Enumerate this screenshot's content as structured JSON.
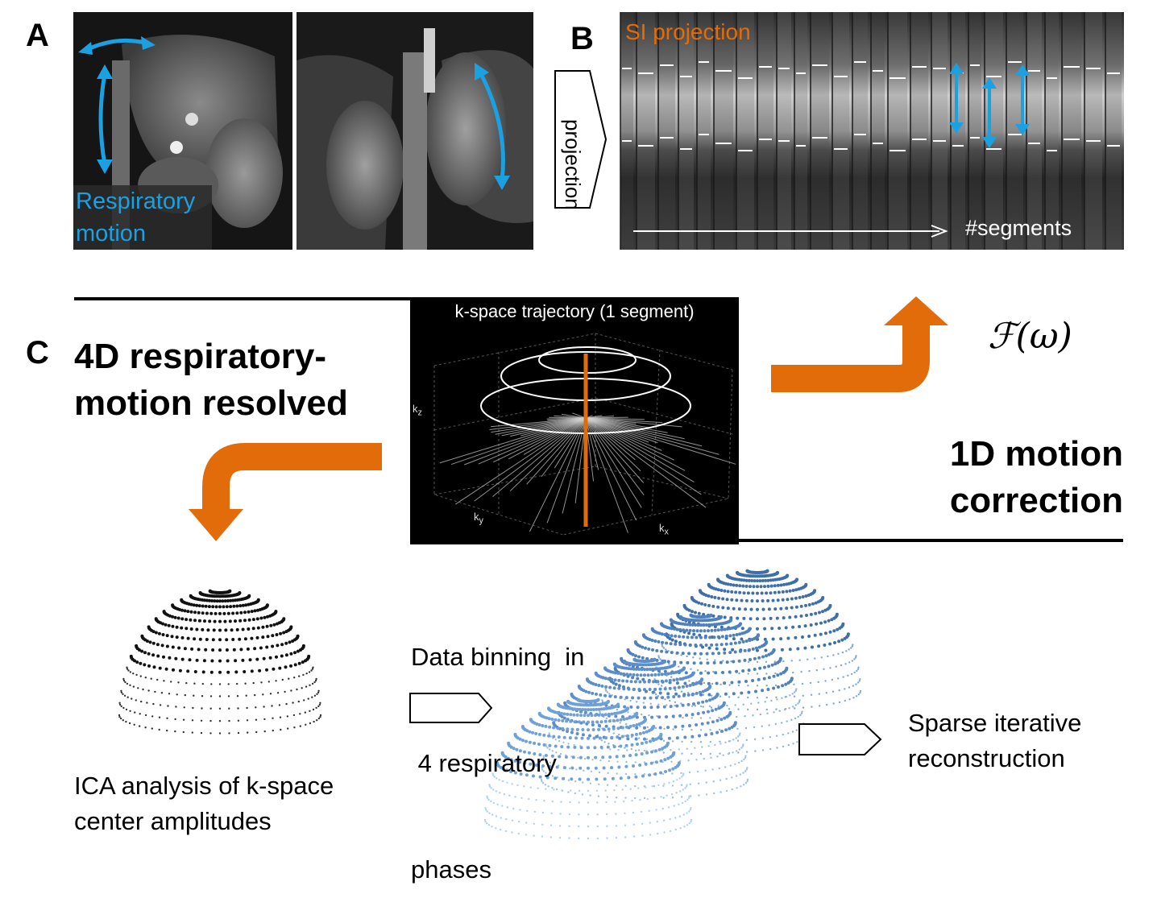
{
  "panels": {
    "a": {
      "letter": "A",
      "motion_label": [
        "Respiratory",
        "motion"
      ]
    },
    "b": {
      "letter": "B",
      "arrow_label": "projection",
      "plot_title": "SI projection",
      "axis_label": "#segments"
    },
    "c": {
      "letter": "C"
    }
  },
  "kspace": {
    "title": "k-space trajectory (1 segment)",
    "axis_z": "k",
    "axis_z_sub": "z",
    "axis_y": "k",
    "axis_y_sub": "y",
    "axis_x": "k",
    "axis_x_sub": "x"
  },
  "headings": {
    "resolved": [
      "4D respiratory-",
      "motion resolved"
    ],
    "correction": [
      "1D motion",
      "correction"
    ]
  },
  "fourier": "ℱ(ω)",
  "steps": {
    "ica": [
      "ICA analysis of k-space",
      "center amplitudes"
    ],
    "binning": [
      "Data binning  in",
      " 4 respiratory",
      "phases"
    ],
    "recon": [
      "Sparse iterative",
      "reconstruction"
    ]
  },
  "colors": {
    "accent_orange": "#E36C0A",
    "motion_blue": "#1BA1E2",
    "dome_black": "#111111",
    "dome_blue": "#4A7EBB"
  }
}
